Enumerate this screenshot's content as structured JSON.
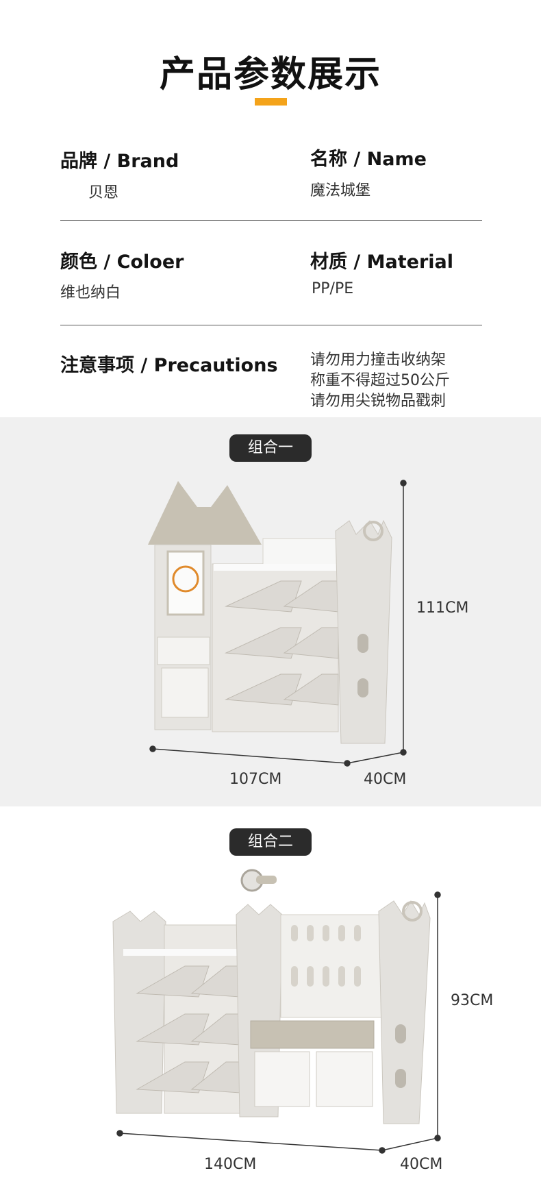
{
  "header": {
    "title": "产品参数展示"
  },
  "specs": {
    "brand": {
      "label": "品牌 / Brand",
      "value": "贝恩"
    },
    "name": {
      "label": "名称 / Name",
      "value": "魔法城堡"
    },
    "color": {
      "label": "颜色 / Coloer",
      "value": "维也纳白"
    },
    "material": {
      "label": "材质 / Material",
      "value": "PP/PE"
    },
    "precautions": {
      "label": "注意事项 / Precautions",
      "lines": [
        "请勿用力撞击收纳架",
        "称重不得超过50公斤",
        "请勿用尖锐物品戳刺"
      ]
    }
  },
  "combos": [
    {
      "label": "组合一",
      "height": "111CM",
      "width": "107CM",
      "depth": "40CM"
    },
    {
      "label": "组合二",
      "height": "93CM",
      "width": "140CM",
      "depth": "40CM"
    }
  ],
  "colors": {
    "accent": "#f4a31a",
    "pill": "#2b2b2b",
    "band": "#f0f0f0",
    "shelf": "#e4e2de",
    "taupe": "#c7c1b3"
  }
}
